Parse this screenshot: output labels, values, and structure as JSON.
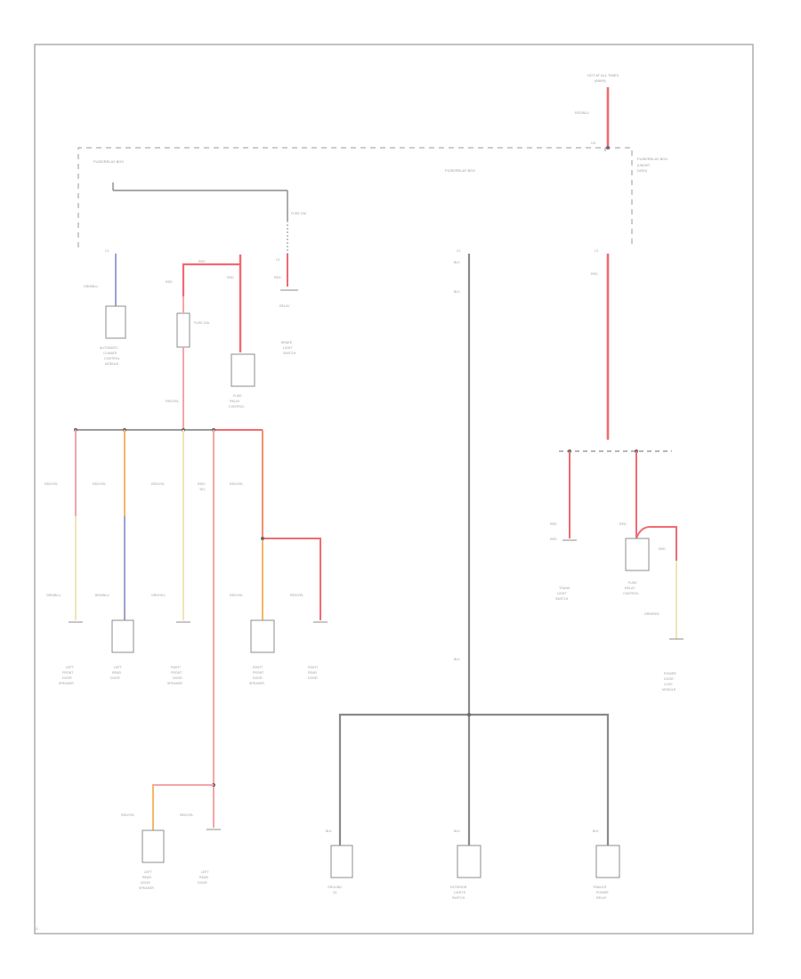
{
  "colors": {
    "frame": "#9a9a9a",
    "pink": "#f6a5a9",
    "red": "#f06a72",
    "orange": "#f7b567",
    "purple": "#9fa0d0",
    "yellow": "#efe6b6",
    "gray": "#8a8a8a",
    "black": "#5a5a5a"
  },
  "labels": {
    "top_source": "HOT AT ALL TIMES",
    "fuse_box_left": "FUSE/RELAY BOX",
    "fuse_box_mid": "FUSE/RELAY BOX",
    "fuse_box_right": "FUSE/RELAY BOX",
    "fuse_left": "FUSE 10A",
    "fuse_mid": "FUSE 10A",
    "relay": "RELAY",
    "footer": "G..."
  }
}
